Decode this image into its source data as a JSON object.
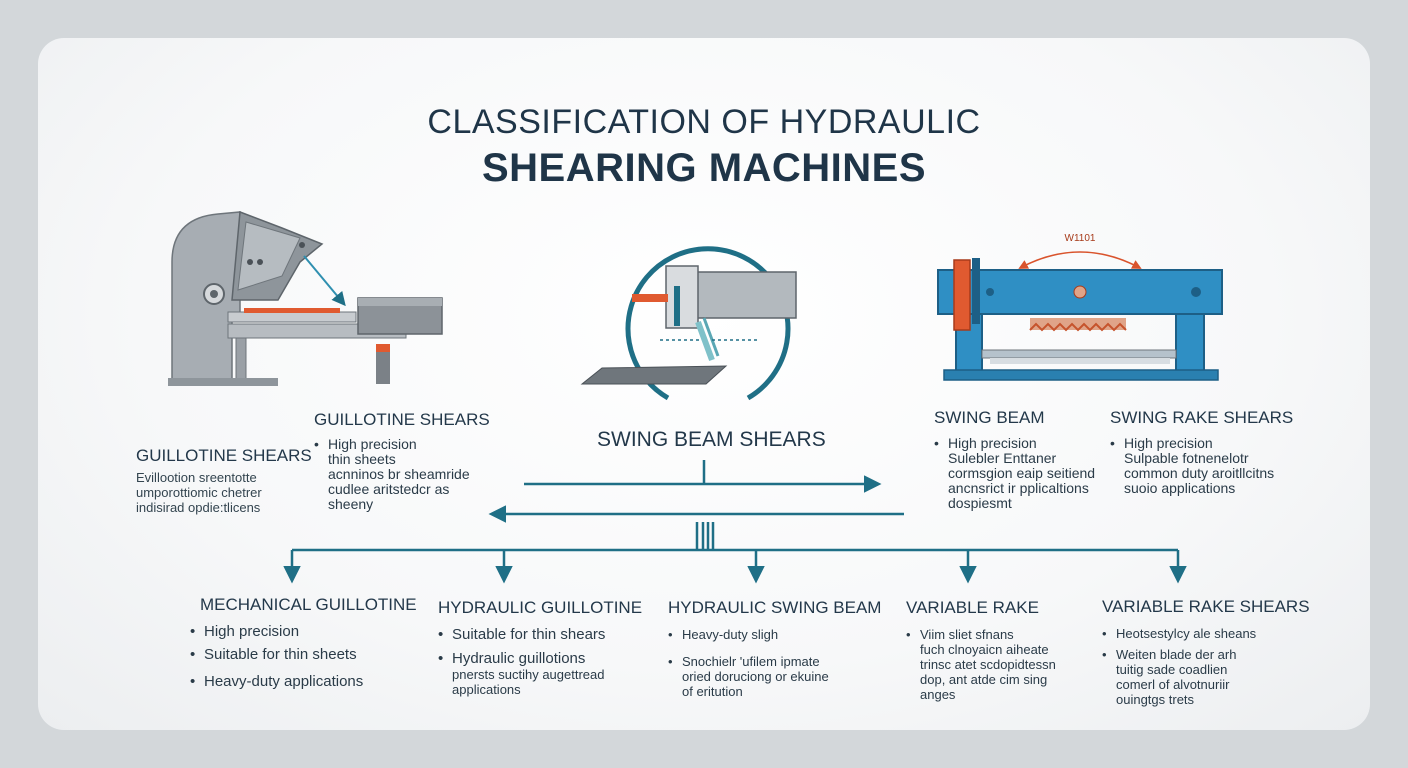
{
  "title": {
    "line1": "CLASSIFICATION OF HYDRAULIC",
    "line2": "SHEARING MACHINES"
  },
  "colors": {
    "teal": "#1f6f86",
    "navy": "#1f3548",
    "blue_machine": "#2f8fc4",
    "orange_accent": "#e2522a",
    "gray_machine": "#9aa0a6"
  },
  "illustrations": {
    "swing_rake_dimension_label": "W1101"
  },
  "top_categories": {
    "guillotine_left": {
      "heading": "GUILLOTINE SHEARS",
      "lines": [
        "Evillootion sreentotte",
        "umporottiomic chetrer",
        "indisirad opdie:tlicens"
      ]
    },
    "guillotine_right": {
      "heading": "GUILLOTINE SHEARS",
      "bullet": "High precision",
      "lines": [
        "thin sheets",
        "acnninos br sheamride",
        "cudlee aritstedcr as",
        "sheeny"
      ]
    },
    "swing_beam": {
      "heading": "SWING BEAM SHEARS"
    },
    "swing_beam_right": {
      "heading": "SWING BEAM",
      "bullet": "High precision",
      "lines": [
        "Sulebler Enttaner",
        "cormsgion eaip seitiend",
        "ancnsrict ir pplicaltions",
        "dospiesmt"
      ]
    },
    "swing_rake": {
      "heading": "SWING RAKE SHEARS",
      "bullet": "High precision",
      "lines": [
        "Sulpable fotnenelotr",
        "common duty aroitllcitns",
        "suoio applications"
      ]
    }
  },
  "bottom_categories": [
    {
      "heading": "MECHANICAL GUILLOTINE",
      "bullets": [
        "High precision",
        "Suitable for thin sheets",
        "Heavy-duty applications"
      ]
    },
    {
      "heading": "HYDRAULIC GUILLOTINE",
      "bullets": [
        "Suitable for thin shears",
        "Hydraulic guillotions"
      ],
      "lines": [
        "pnersts suctihy augettread",
        "applications"
      ]
    },
    {
      "heading": "HYDRAULIC SWING BEAM",
      "bullets": [
        "Heavy-duty sligh",
        "Snochielr 'ufilem ipmate"
      ],
      "lines": [
        "oried doruciong or ekuine",
        "of eritution"
      ]
    },
    {
      "heading": "VARIABLE RAKE",
      "bullets": [
        "Viim sliet sfnans"
      ],
      "lines": [
        "fuch clnoyaicn aiheate",
        "trinsc atet scdopidtessn",
        "dop, ant atde cim sing",
        "anges"
      ]
    },
    {
      "heading": "VARIABLE RAKE SHEARS",
      "bullets": [
        "Heotsestylcy ale sheans",
        "Weiten blade der arh"
      ],
      "lines": [
        "tuitig sade coadlien",
        "comerl of alvotnuriir",
        "ouingtgs trets"
      ]
    }
  ]
}
